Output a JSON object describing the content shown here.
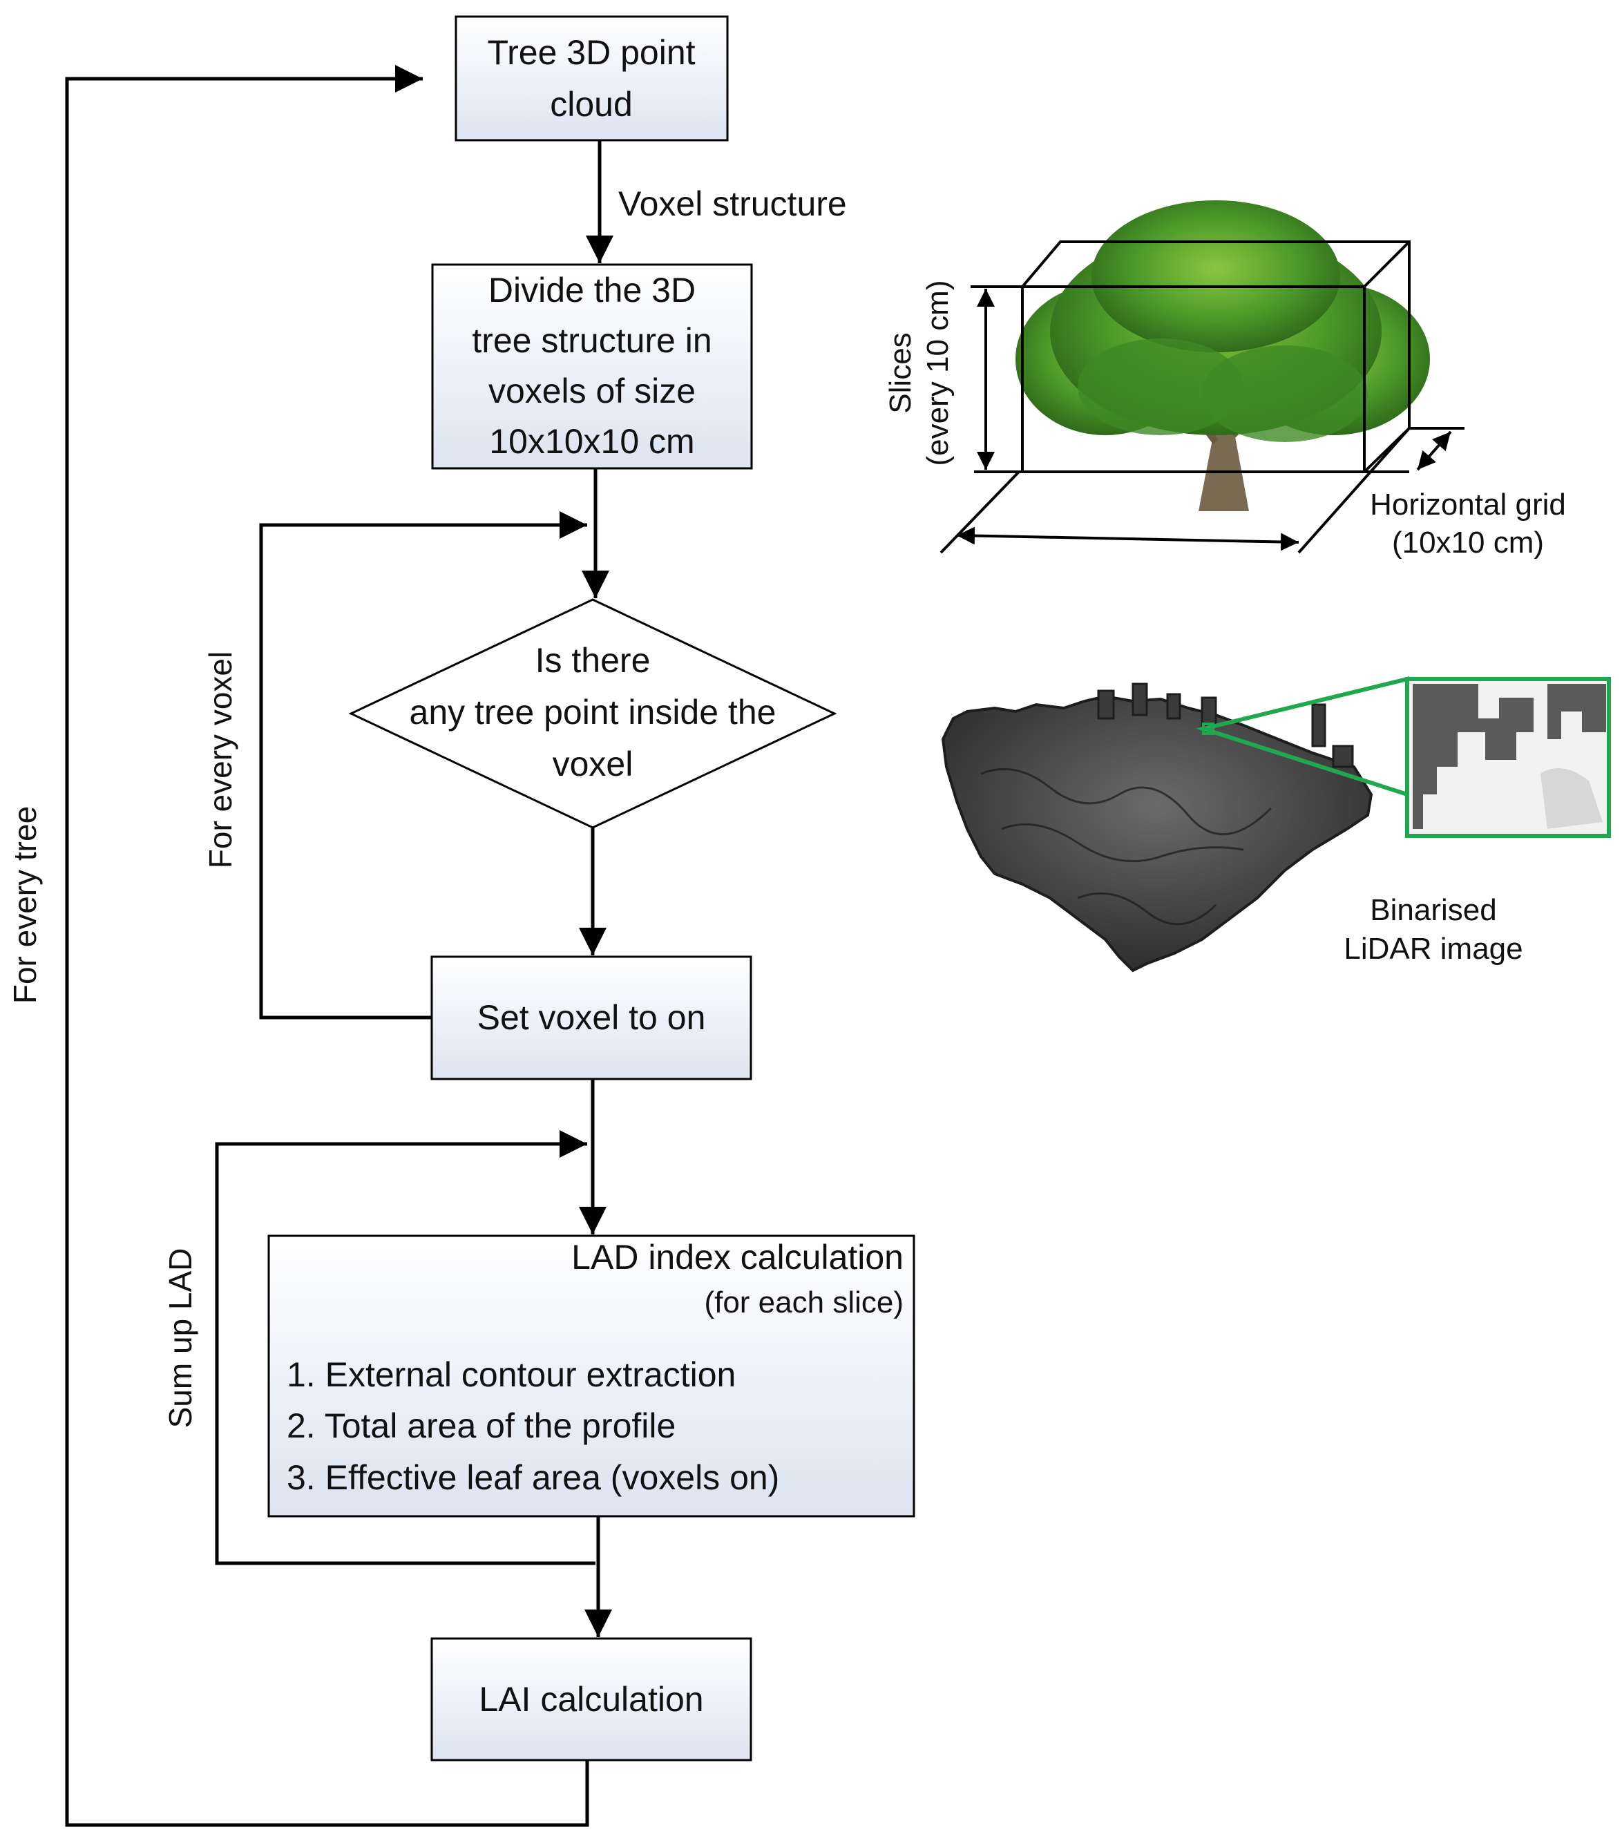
{
  "nodes": {
    "point_cloud": {
      "line1": "Tree 3D point",
      "line2": "cloud"
    },
    "divide": {
      "line1": "Divide the 3D",
      "line2": "tree structure in",
      "line3": "voxels of size",
      "line4": "10x10x10 cm"
    },
    "decision": {
      "line1": "Is there",
      "line2": "any tree point inside the",
      "line3": "voxel"
    },
    "set_voxel": {
      "label": "Set voxel to on"
    },
    "lad": {
      "title": "LAD index calculation",
      "subtitle": "(for each slice)",
      "steps": [
        "1. External contour extraction",
        "2. Total area of the profile",
        "3. Effective leaf area (voxels on)"
      ]
    },
    "lai": {
      "label": "LAI calculation"
    }
  },
  "edge_labels": {
    "voxel_structure": "Voxel structure",
    "for_every_voxel": "For every voxel",
    "for_every_tree": "For every tree",
    "sum_up_lad": "Sum up LAD"
  },
  "illustrations": {
    "voxel_box": {
      "slices_line1": "Slices",
      "slices_line2": "(every 10 cm)",
      "grid_line1": "Horizontal grid",
      "grid_line2": "(10x10 cm)"
    },
    "lidar": {
      "line1": "Binarised",
      "line2": "LiDAR image"
    }
  },
  "colors": {
    "box_fill_top": "#ffffff",
    "box_fill_bottom": "#dfe6f1",
    "stroke": "#000000",
    "zoom_green": "#1fa84f",
    "foliage": "#4c9a2a",
    "lidar": "#4d4d4d"
  }
}
